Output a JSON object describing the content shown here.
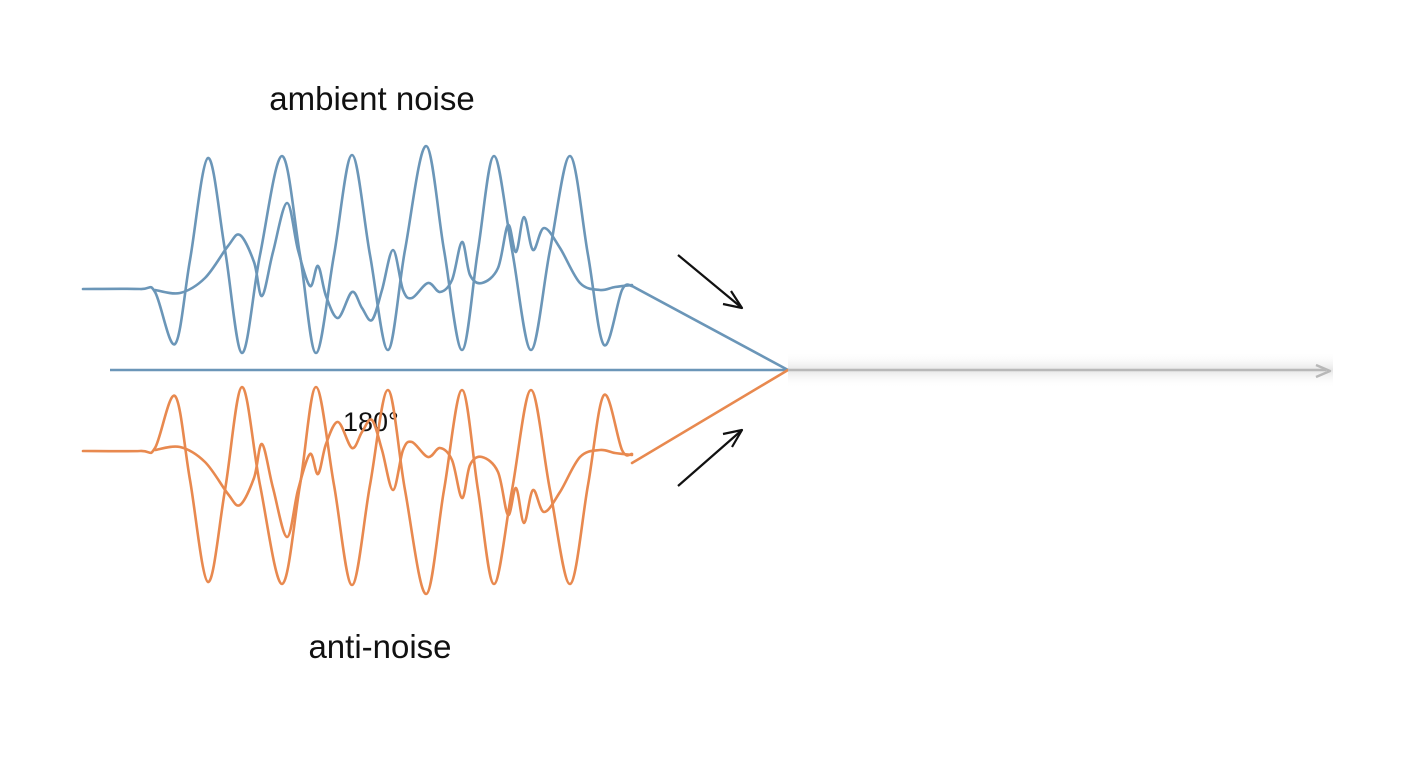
{
  "labels": {
    "top": "ambient noise",
    "bottom": "anti-noise",
    "phase": "180°"
  },
  "colors": {
    "ambient": "#6b96b8",
    "anti": "#e8894f",
    "arrow": "#111111",
    "output": "#b8b8b8",
    "background": "#ffffff"
  },
  "icons": {
    "arrow_in_top": "arrow-down-right-icon",
    "arrow_in_bottom": "arrow-up-right-icon",
    "output_arrow": "arrow-right-icon"
  }
}
